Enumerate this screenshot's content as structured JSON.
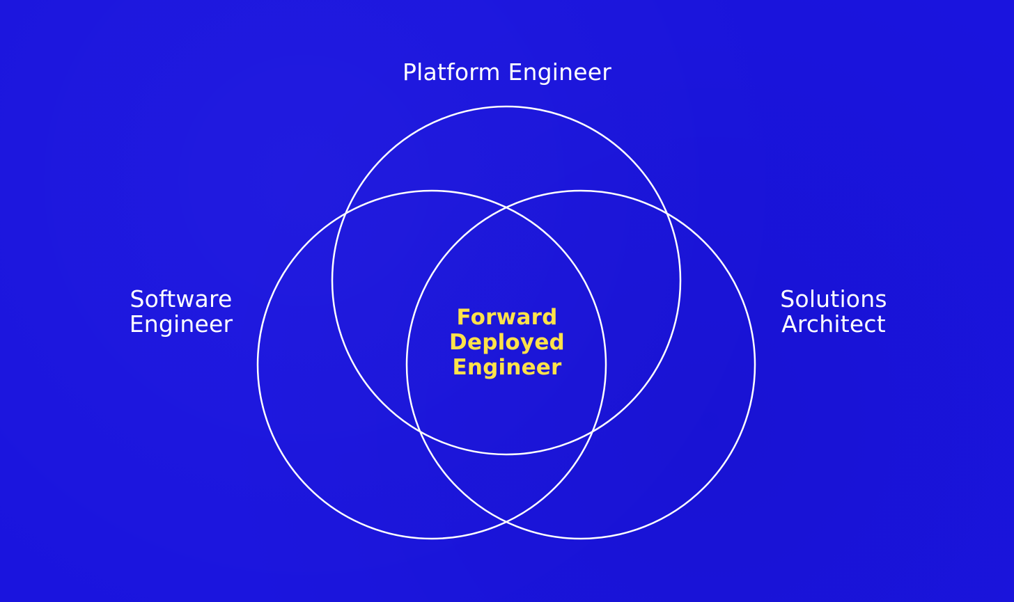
{
  "diagram": {
    "top_label": "Platform Engineer",
    "left_label": "Software\nEngineer",
    "right_label": "Solutions\nArchitect",
    "center_label": "Forward\nDeployed\nEngineer"
  },
  "colors": {
    "background": "#1a14de",
    "circle_stroke": "#ffffff",
    "text": "#ffffff",
    "center_text": "#ffe24a"
  }
}
